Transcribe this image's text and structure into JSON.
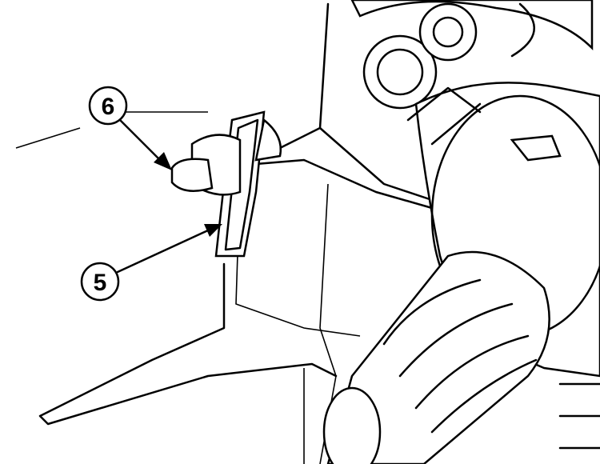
{
  "diagram": {
    "type": "technical-illustration",
    "callouts": [
      {
        "number": "6"
      },
      {
        "number": "5"
      }
    ],
    "colors": {
      "line": "#000000",
      "background": "#ffffff"
    }
  }
}
